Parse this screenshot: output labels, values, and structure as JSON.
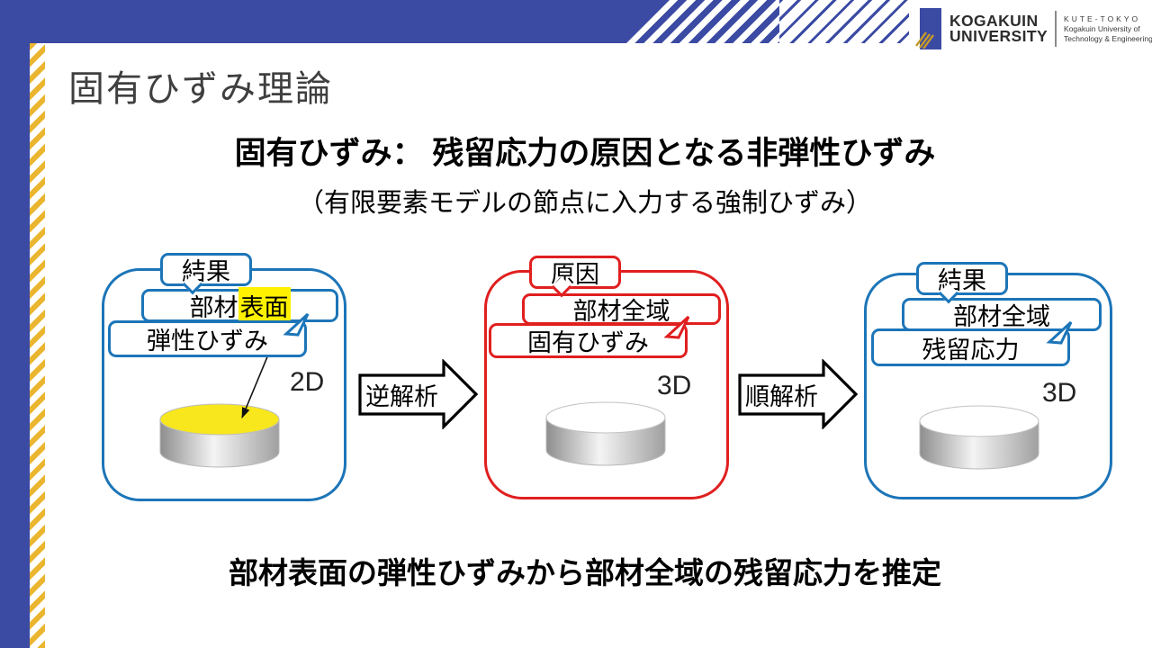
{
  "slide": {
    "title": "固有ひずみ理論",
    "subtitle_main": "固有ひずみ： 残留応力の原因となる非弾性ひずみ",
    "subtitle_sub": "（有限要素モデルの節点に入力する強制ひずみ）",
    "bottom_note": "部材表面の弾性ひずみから部材全域の残留応力を推定"
  },
  "logo": {
    "name_line1": "KOGAKUIN",
    "name_line2": "UNIVERSITY",
    "sub_line1": "KUTE-TOKYO",
    "sub_line2": "Kogakuin University of",
    "sub_line3": "Technology & Engineering"
  },
  "diagram": {
    "left_box": {
      "tab": "結果",
      "target_prefix": "部材",
      "target_highlight": "表面",
      "quantity": "弾性ひずみ",
      "dimension": "2D"
    },
    "middle_box": {
      "tab": "原因",
      "target": "部材全域",
      "quantity": "固有ひずみ",
      "dimension": "3D"
    },
    "right_box": {
      "tab": "結果",
      "target": "部材全域",
      "quantity": "残留応力",
      "dimension": "3D"
    },
    "arrow_left_label": "逆解析",
    "arrow_right_label": "順解析"
  },
  "colors": {
    "indigo": "#3B4AA3",
    "gold": "#EAB52F",
    "accent_blue": "#1C75B8",
    "accent_red": "#E01F1F",
    "highlight_yellow": "#FFF100",
    "cylinder_yellow": "#F8E71C",
    "title_gray": "#3F3F3F"
  }
}
